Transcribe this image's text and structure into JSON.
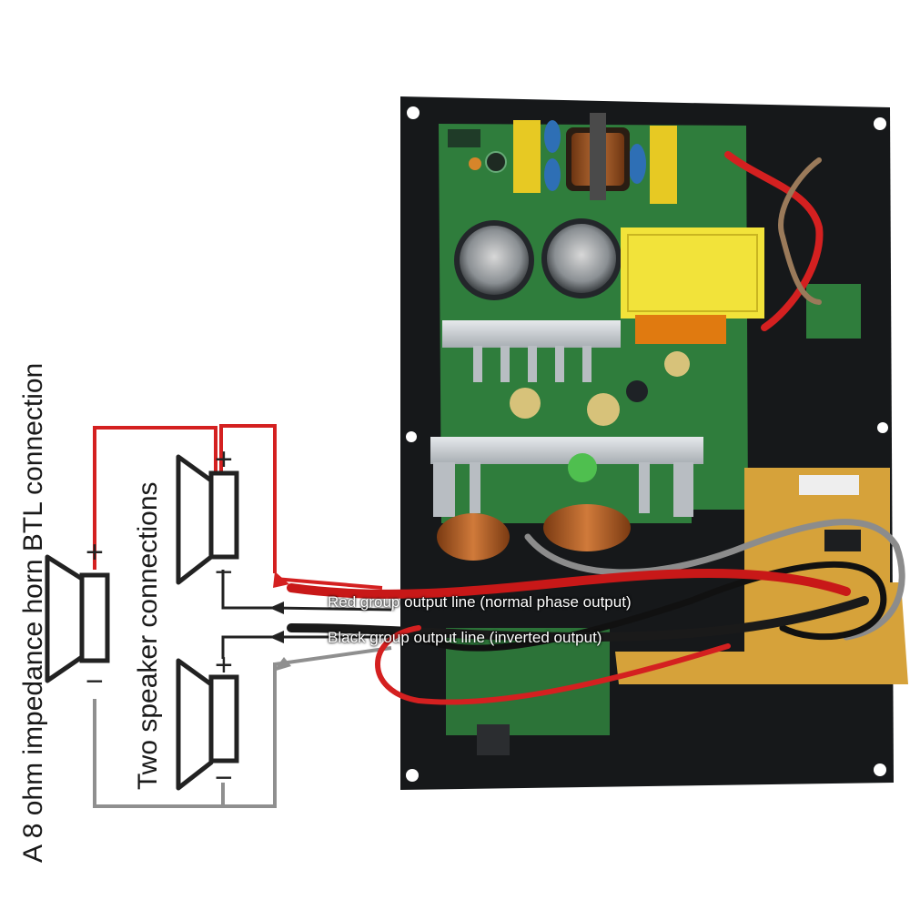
{
  "labels": {
    "main_title": "A 8 ohm impedance horn BTL connection",
    "sub_title": "Two speaker connections",
    "red_line": "Red group output line (normal phase output)",
    "black_line": "Black group output line (inverted output)"
  },
  "terminals": {
    "plus": "+",
    "minus": "−"
  },
  "colors": {
    "red_wire": "#d42020",
    "black_wire": "#222222",
    "gray_wire": "#9a9a9a",
    "board_plate": "#16181a",
    "pcb_green": "#2f7d3c",
    "heatsink": "#c9cdd1",
    "transformer": "#f2e33a"
  }
}
